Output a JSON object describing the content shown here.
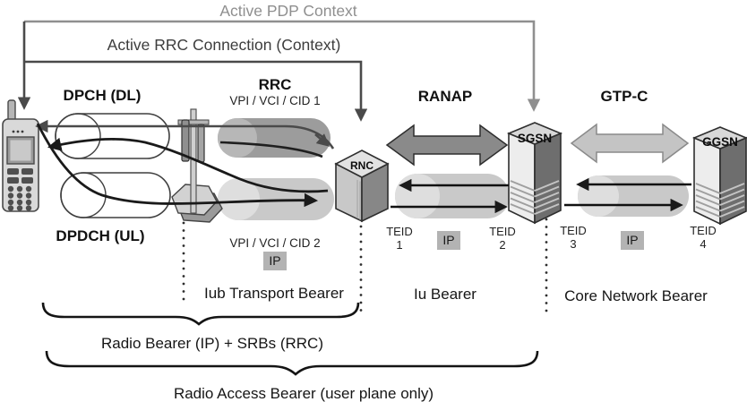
{
  "diagram": {
    "contexts": {
      "pdp": "Active PDP Context",
      "rrc": "Active RRC Connection (Context)"
    },
    "channels": {
      "dl": "DPCH (DL)",
      "ul": "DPDCH (UL)",
      "rrc": "RRC",
      "vpi_cid_1": "VPI / VCI / CID 1",
      "vpi_cid_2": "VPI / VCI / CID 2"
    },
    "interfaces": {
      "ranap": "RANAP",
      "gtpc": "GTP-C"
    },
    "nodes": {
      "rnc": "RNC",
      "sgsn": "SGSN",
      "ggsn": "GGSN"
    },
    "ip": "IP",
    "teids": [
      {
        "label": "TEID",
        "num": "1"
      },
      {
        "label": "TEID",
        "num": "2"
      },
      {
        "label": "TEID",
        "num": "3"
      },
      {
        "label": "TEID",
        "num": "4"
      }
    ],
    "bearers": {
      "iub": "Iub Transport Bearer",
      "iu": "Iu Bearer",
      "core": "Core Network Bearer",
      "radio": "Radio Bearer (IP) + SRBs (RRC)",
      "rab": "Radio Access Bearer (user plane only)"
    },
    "colors": {
      "context_pdp": "#8f8f8f",
      "context_rrc": "#3d3d3d",
      "ranap_fill": "#8a8a8a",
      "gtpc_fill": "#c4c4c4",
      "gtpc_text": "#9c9c9c",
      "pipe_dark": "#9c9c9c",
      "pipe_light": "#c9c9c9",
      "ip_badge_bg": "#b3b3b3"
    }
  }
}
